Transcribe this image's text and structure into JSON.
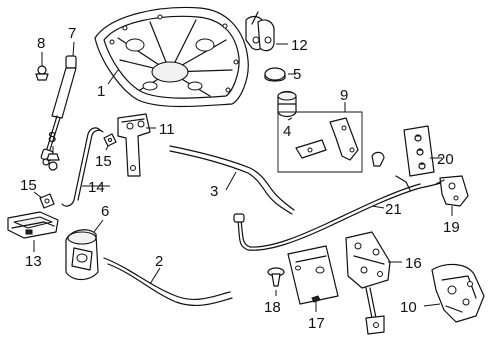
{
  "callouts": [
    {
      "id": "c1",
      "label": "1"
    },
    {
      "id": "c2",
      "label": "2"
    },
    {
      "id": "c3",
      "label": "3"
    },
    {
      "id": "c4",
      "label": "4"
    },
    {
      "id": "c5",
      "label": "5"
    },
    {
      "id": "c6",
      "label": "6"
    },
    {
      "id": "c7",
      "label": "7"
    },
    {
      "id": "c8a",
      "label": "8"
    },
    {
      "id": "c8b",
      "label": "8"
    },
    {
      "id": "c9",
      "label": "9"
    },
    {
      "id": "c10",
      "label": "10"
    },
    {
      "id": "c11",
      "label": "11"
    },
    {
      "id": "c12",
      "label": "12"
    },
    {
      "id": "c13",
      "label": "13"
    },
    {
      "id": "c14",
      "label": "14"
    },
    {
      "id": "c15a",
      "label": "15"
    },
    {
      "id": "c15b",
      "label": "15"
    },
    {
      "id": "c16",
      "label": "16"
    },
    {
      "id": "c17",
      "label": "17"
    },
    {
      "id": "c18",
      "label": "18"
    },
    {
      "id": "c19",
      "label": "19"
    },
    {
      "id": "c20",
      "label": "20"
    },
    {
      "id": "c21",
      "label": "21"
    }
  ]
}
